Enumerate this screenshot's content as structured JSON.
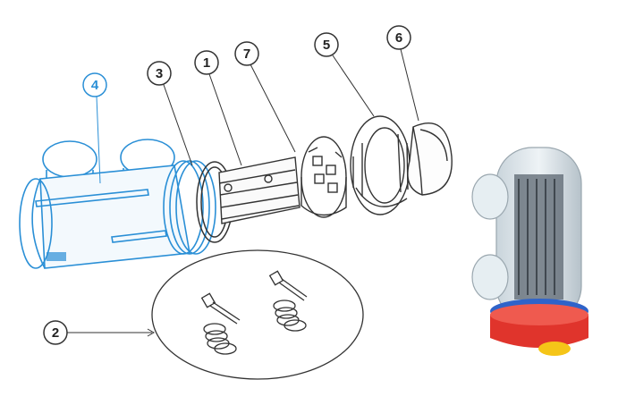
{
  "diagram": {
    "callouts": [
      {
        "id": "4",
        "label": "4",
        "color": "#2a8fd6"
      },
      {
        "id": "3",
        "label": "3",
        "color": "#222222"
      },
      {
        "id": "1",
        "label": "1",
        "color": "#222222"
      },
      {
        "id": "7",
        "label": "7",
        "color": "#222222"
      },
      {
        "id": "5",
        "label": "5",
        "color": "#222222"
      },
      {
        "id": "6",
        "label": "6",
        "color": "#222222"
      },
      {
        "id": "2",
        "label": "2",
        "color": "#222222"
      }
    ],
    "colors": {
      "line": "#333333",
      "highlight": "#2a8fd6",
      "cap_red": "#e0342c",
      "cap_yellow": "#f5c518",
      "cap_blue": "#2f63c9",
      "glass": "#dfe8ee"
    }
  }
}
